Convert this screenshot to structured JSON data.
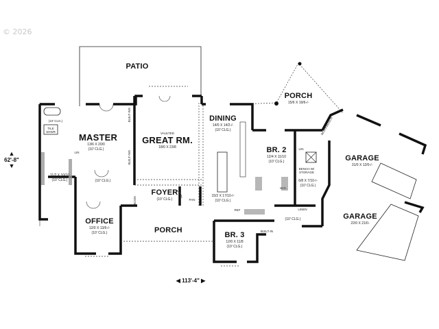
{
  "copyright": "© 2026",
  "overall_dimensions": {
    "depth": "62'-8\"",
    "width": "113'-4\""
  },
  "rooms": {
    "patio": {
      "name": "PATIO"
    },
    "porch_rear": {
      "name": "PORCH",
      "dims": "15/6 X 19/6-/-"
    },
    "master": {
      "name": "MASTER",
      "dims": "13/6 X 20/0",
      "ceiling": "(10' CLG.)"
    },
    "master_bath": {
      "ceiling": "(10' CLG.)",
      "shower": "TILE SHWR"
    },
    "master_closet": {
      "dims": "11/2 X 10/10",
      "ceiling": "(10' CLG.)"
    },
    "great_room": {
      "prefix": "VAULTED",
      "name": "GREAT RM.",
      "dims": "18/0 X 23/8"
    },
    "dining": {
      "name": "DINING",
      "dims": "14/0 X 14/2-/-",
      "ceiling": "(10' CLG.)"
    },
    "kitchen": {
      "dims": "15/2 X 17/10-/-",
      "ceiling": "(10' CLG.)"
    },
    "br2": {
      "name": "BR. 2",
      "dims": "12/4 X 11/10",
      "ceiling": "(10' CLG.)"
    },
    "laundry": {
      "dims": "6/8 X 7/10-/-",
      "ceiling": "(10' CLG.)",
      "bench": "BENCH W/ STORAGE"
    },
    "garage1": {
      "name": "GARAGE",
      "dims": "31/0 X 12/0-/-"
    },
    "garage2": {
      "name": "GARAGE",
      "dims": "22/0 X 21/0-"
    },
    "foyer": {
      "name": "FOYER",
      "ceiling": "(10' CLG.)"
    },
    "office": {
      "name": "OFFICE",
      "dims": "12/0 X 13/6-/-",
      "ceiling": "(10' CLG.)"
    },
    "porch_front": {
      "name": "PORCH"
    },
    "br3": {
      "name": "BR. 3",
      "dims": "12/0 X 11/8",
      "ceiling": "(10' CLG.)"
    },
    "hall": {
      "ceiling": "(10' CLG.)"
    },
    "bath3": {
      "ceiling": "(10' CLG.)"
    }
  },
  "tags": {
    "built_in_1": "BUILT-INS",
    "built_in_2": "BUILT-INS",
    "built_in_br3": "BUILT-IN",
    "ref": "REF",
    "pan": "PAN",
    "lin_master": "LIN",
    "lin_br2": "LIN",
    "linen": "LINEN",
    "workbench": "WORKBENCH",
    "book": "BOOK",
    "wd": "W.D."
  }
}
